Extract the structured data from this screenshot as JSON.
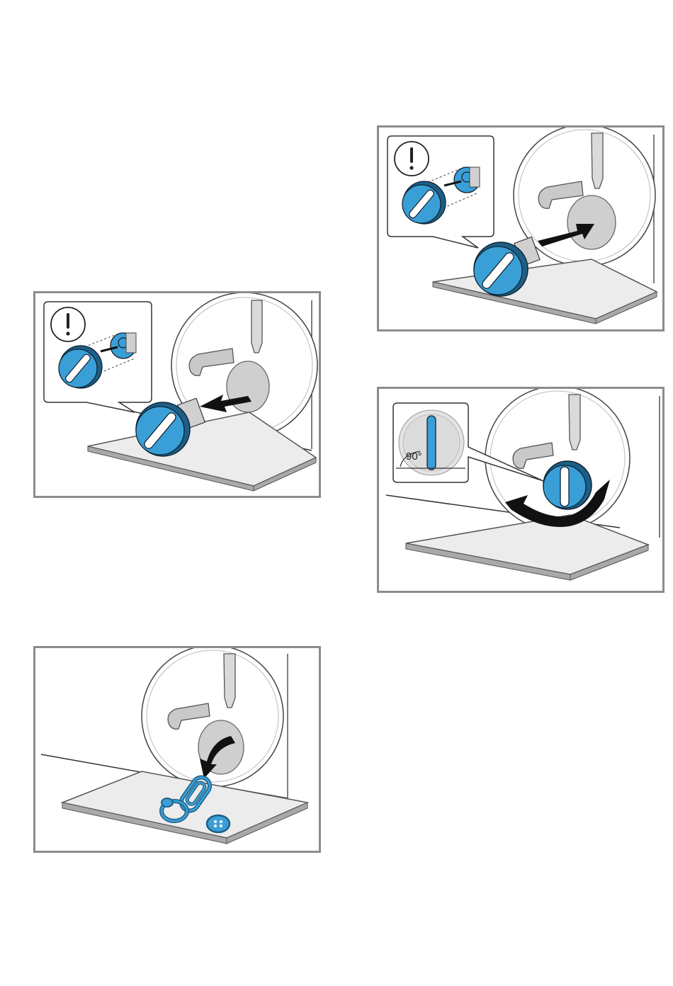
{
  "panels": [
    {
      "id": "remove-cap",
      "icons": [
        "warning-icon",
        "filter-cap-icon",
        "pull-out-arrow-icon"
      ]
    },
    {
      "id": "insert-cap",
      "icons": [
        "warning-icon",
        "filter-cap-icon",
        "push-in-arrow-icon"
      ]
    },
    {
      "id": "rotate-cap",
      "icons": [
        "filter-cap-icon",
        "rotate-arrow-icon"
      ],
      "rotation_label": "90°"
    },
    {
      "id": "drain-debris",
      "icons": [
        "drain-arrow-icon",
        "paper-clip-icon",
        "hair-tie-icon",
        "button-icon"
      ]
    }
  ],
  "colors": {
    "frame": "#8c8c8c",
    "cap_blue": "#3a9fd6",
    "cap_dark": "#1d5f86",
    "tray": "#ececec",
    "opening": "#cfcfcf",
    "arrow": "#111111"
  }
}
